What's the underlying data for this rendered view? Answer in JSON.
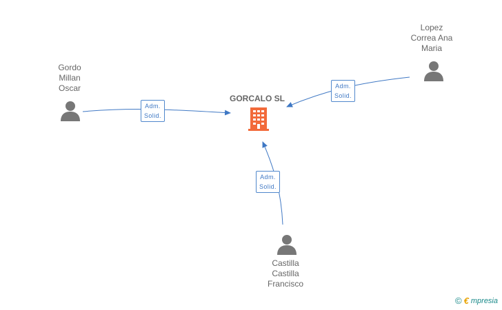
{
  "company": {
    "name": "GORCALO SL",
    "icon": "building-icon"
  },
  "persons": [
    {
      "name": "Gordo\nMillan\nOscar",
      "icon": "person-icon"
    },
    {
      "name": "Lopez\nCorrea Ana\nMaria",
      "icon": "person-icon"
    },
    {
      "name": "Castilla\nCastilla\nFrancisco",
      "icon": "person-icon"
    }
  ],
  "relations": [
    {
      "line1": "Adm.",
      "line2": "Solid."
    },
    {
      "line1": "Adm.",
      "line2": "Solid."
    },
    {
      "line1": "Adm.",
      "line2": "Solid."
    }
  ],
  "footer": {
    "copyright": "©",
    "brand_initial": "€",
    "brand_rest": "mpresia"
  },
  "colors": {
    "edge": "#3f78c4",
    "company_icon": "#f26a3a",
    "person_icon": "#777777"
  }
}
